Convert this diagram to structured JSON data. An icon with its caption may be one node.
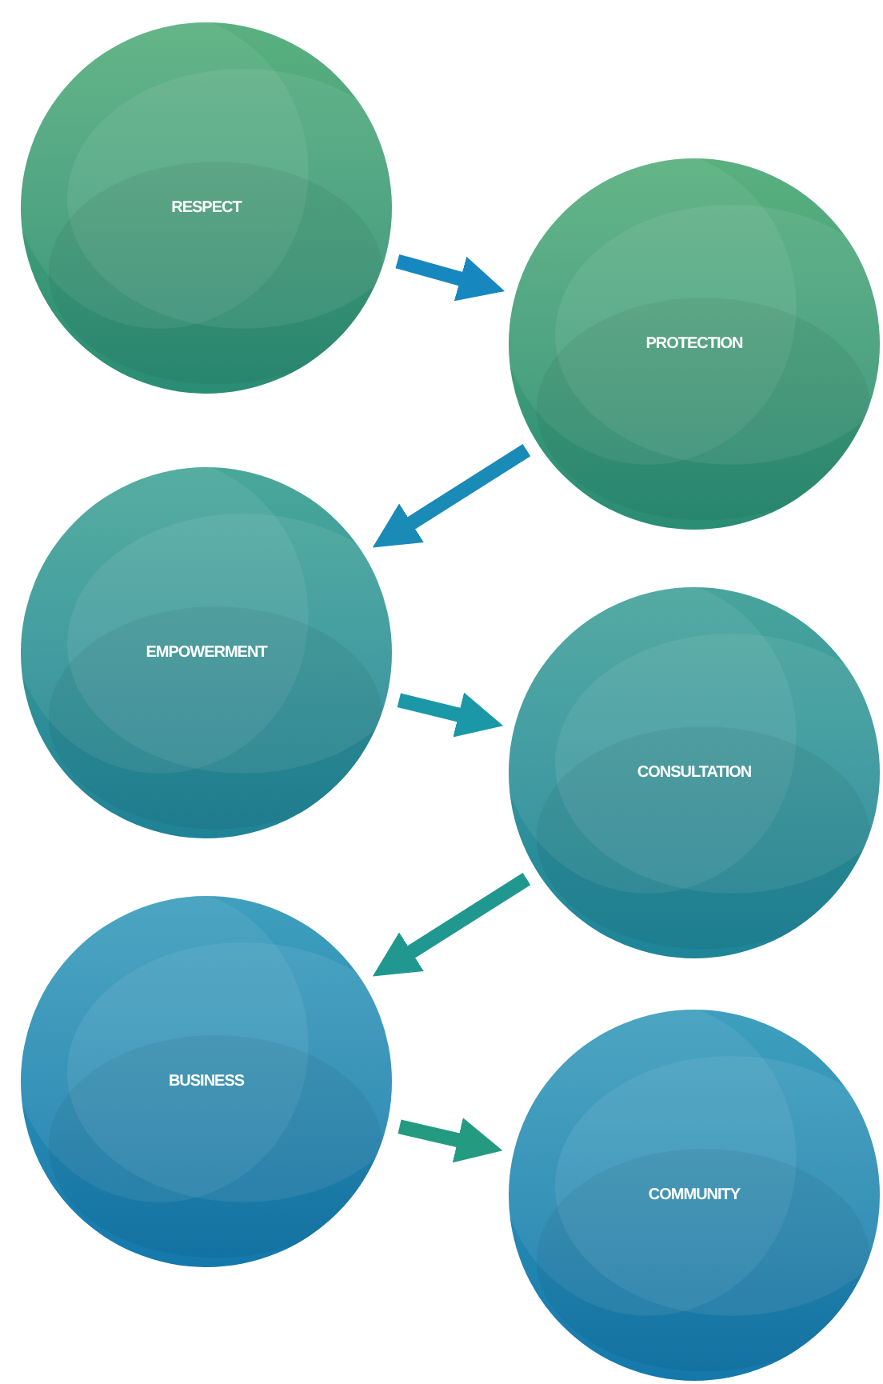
{
  "diagram": {
    "nodes": [
      {
        "text": [
          "RESPECT"
        ]
      },
      {
        "text": [
          "PROTECTION"
        ]
      },
      {
        "text": [
          "EMPOWERMENT"
        ]
      },
      {
        "text": [
          "CONSULTATION"
        ]
      },
      {
        "text": [
          "BUSINESS"
        ]
      },
      {
        "text": [
          "COMMUNITY"
        ]
      }
    ],
    "edges": [
      {
        "from": 0,
        "to": 1,
        "arrow": "to",
        "color": "#1787c0"
      },
      {
        "from": 1,
        "to": 2,
        "arrow": "to",
        "color": "#1a8ab6"
      },
      {
        "from": 2,
        "to": 3,
        "arrow": "to",
        "color": "#1b98a8"
      },
      {
        "from": 3,
        "to": 4,
        "arrow": "to",
        "color": "#21988f"
      },
      {
        "from": 4,
        "to": 5,
        "arrow": "to",
        "color": "#249a80"
      }
    ]
  }
}
